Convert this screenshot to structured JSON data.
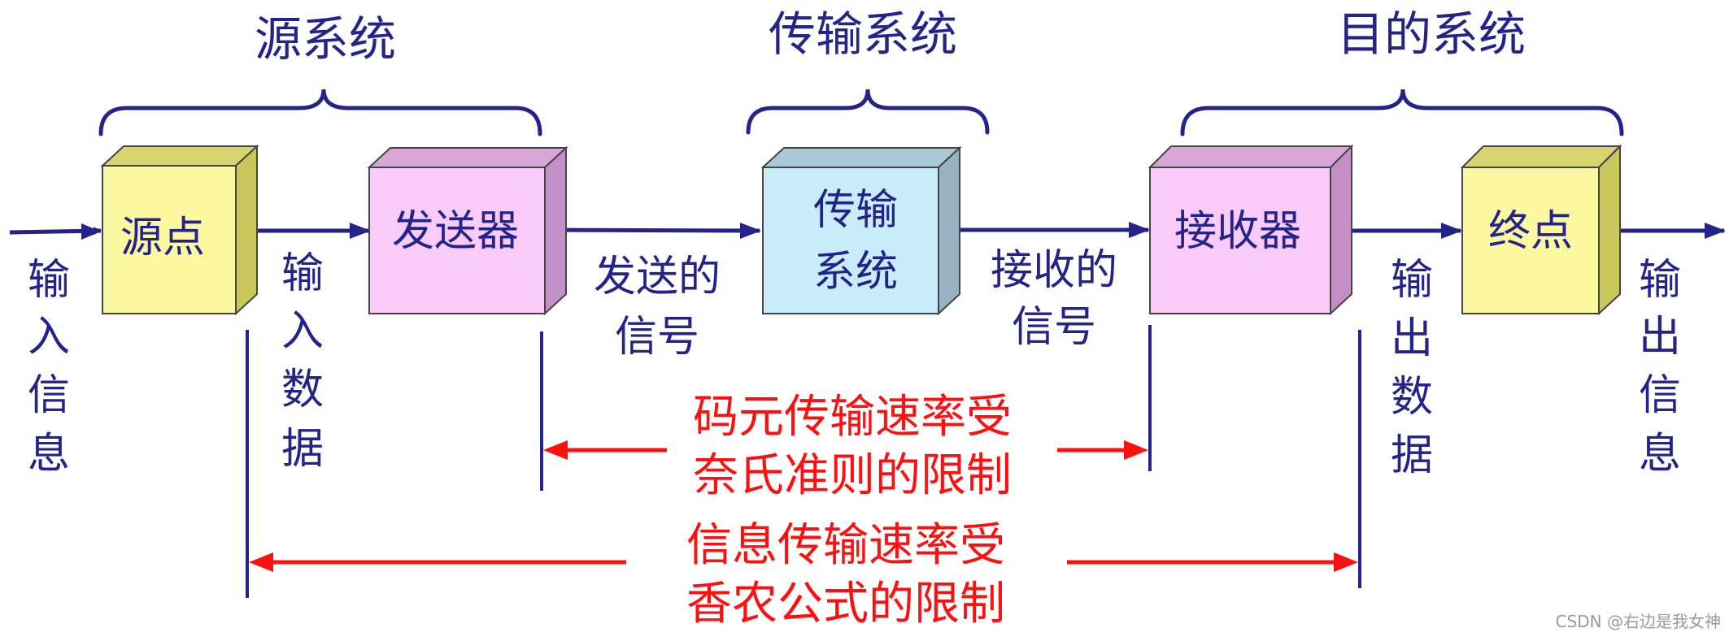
{
  "groups": {
    "source": "源系统",
    "transmission": "传输系统",
    "destination": "目的系统"
  },
  "blocks": {
    "source_point": "源点",
    "transmitter": "发送器",
    "channel_line1": "传输",
    "channel_line2": "系统",
    "receiver": "接收器",
    "destination_point": "终点"
  },
  "signals": {
    "input_info": [
      "输",
      "入",
      "信",
      "息"
    ],
    "input_data": [
      "输",
      "入",
      "数",
      "据"
    ],
    "sent_signal_line1": "发送的",
    "sent_signal_line2": "信号",
    "received_signal_line1": "接收的",
    "received_signal_line2": "信号",
    "output_data": [
      "输",
      "出",
      "数",
      "据"
    ],
    "output_info": [
      "输",
      "出",
      "信",
      "息"
    ]
  },
  "limits": {
    "nyquist_line1": "码元传输速率受",
    "nyquist_line2": "奈氏准则的限制",
    "shannon_line1": "信息传输速率受",
    "shannon_line2": "香农公式的限制"
  },
  "watermark": "CSDN @右边是我女神",
  "colors": {
    "navy": "#23238a",
    "red": "#ff1010",
    "block_yellow": "#fbf8a0",
    "block_pink": "#f9cbf9",
    "block_blue": "#c9ecfb"
  }
}
